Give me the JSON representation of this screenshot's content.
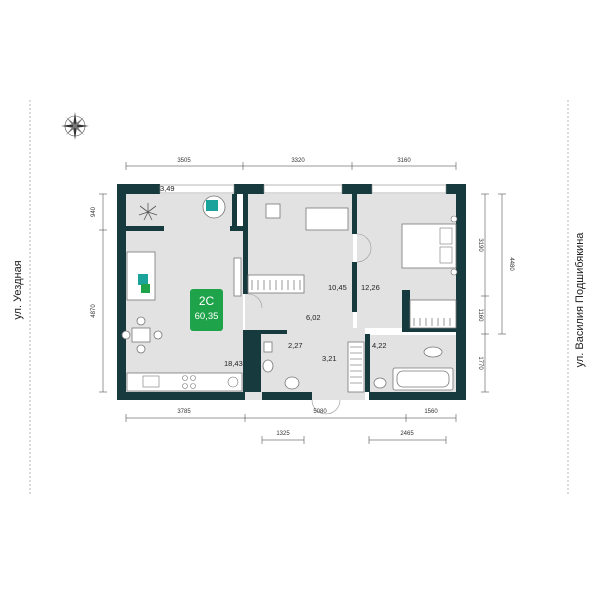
{
  "streets": {
    "left": "ул. Уездная",
    "right": "ул. Василия Подшибякина"
  },
  "apartment": {
    "type": "2С",
    "area": "60,35"
  },
  "rooms": {
    "balcony": "3,49",
    "kitchen_living": "18,43",
    "bedroom_1": "10,45",
    "bedroom_2": "12,26",
    "hall": "6,02",
    "bathroom_1": "2,27",
    "corridor": "3,21",
    "bathroom_2": "4,22"
  },
  "dimensions": {
    "top": [
      "3505",
      "3320",
      "3160"
    ],
    "left": [
      "940",
      "4870"
    ],
    "right": [
      "3190",
      "4480",
      "1160",
      "1770"
    ],
    "bottom_row1": [
      "3785",
      "5080",
      "1560"
    ],
    "bottom_row2": [
      "1325",
      "2465"
    ]
  },
  "compass_icon": "compass-rose-icon",
  "colors": {
    "wall": "#173a3e",
    "floor": "#e2e2e2",
    "accent": "#1fa34a",
    "teal": "#1aa39a"
  }
}
